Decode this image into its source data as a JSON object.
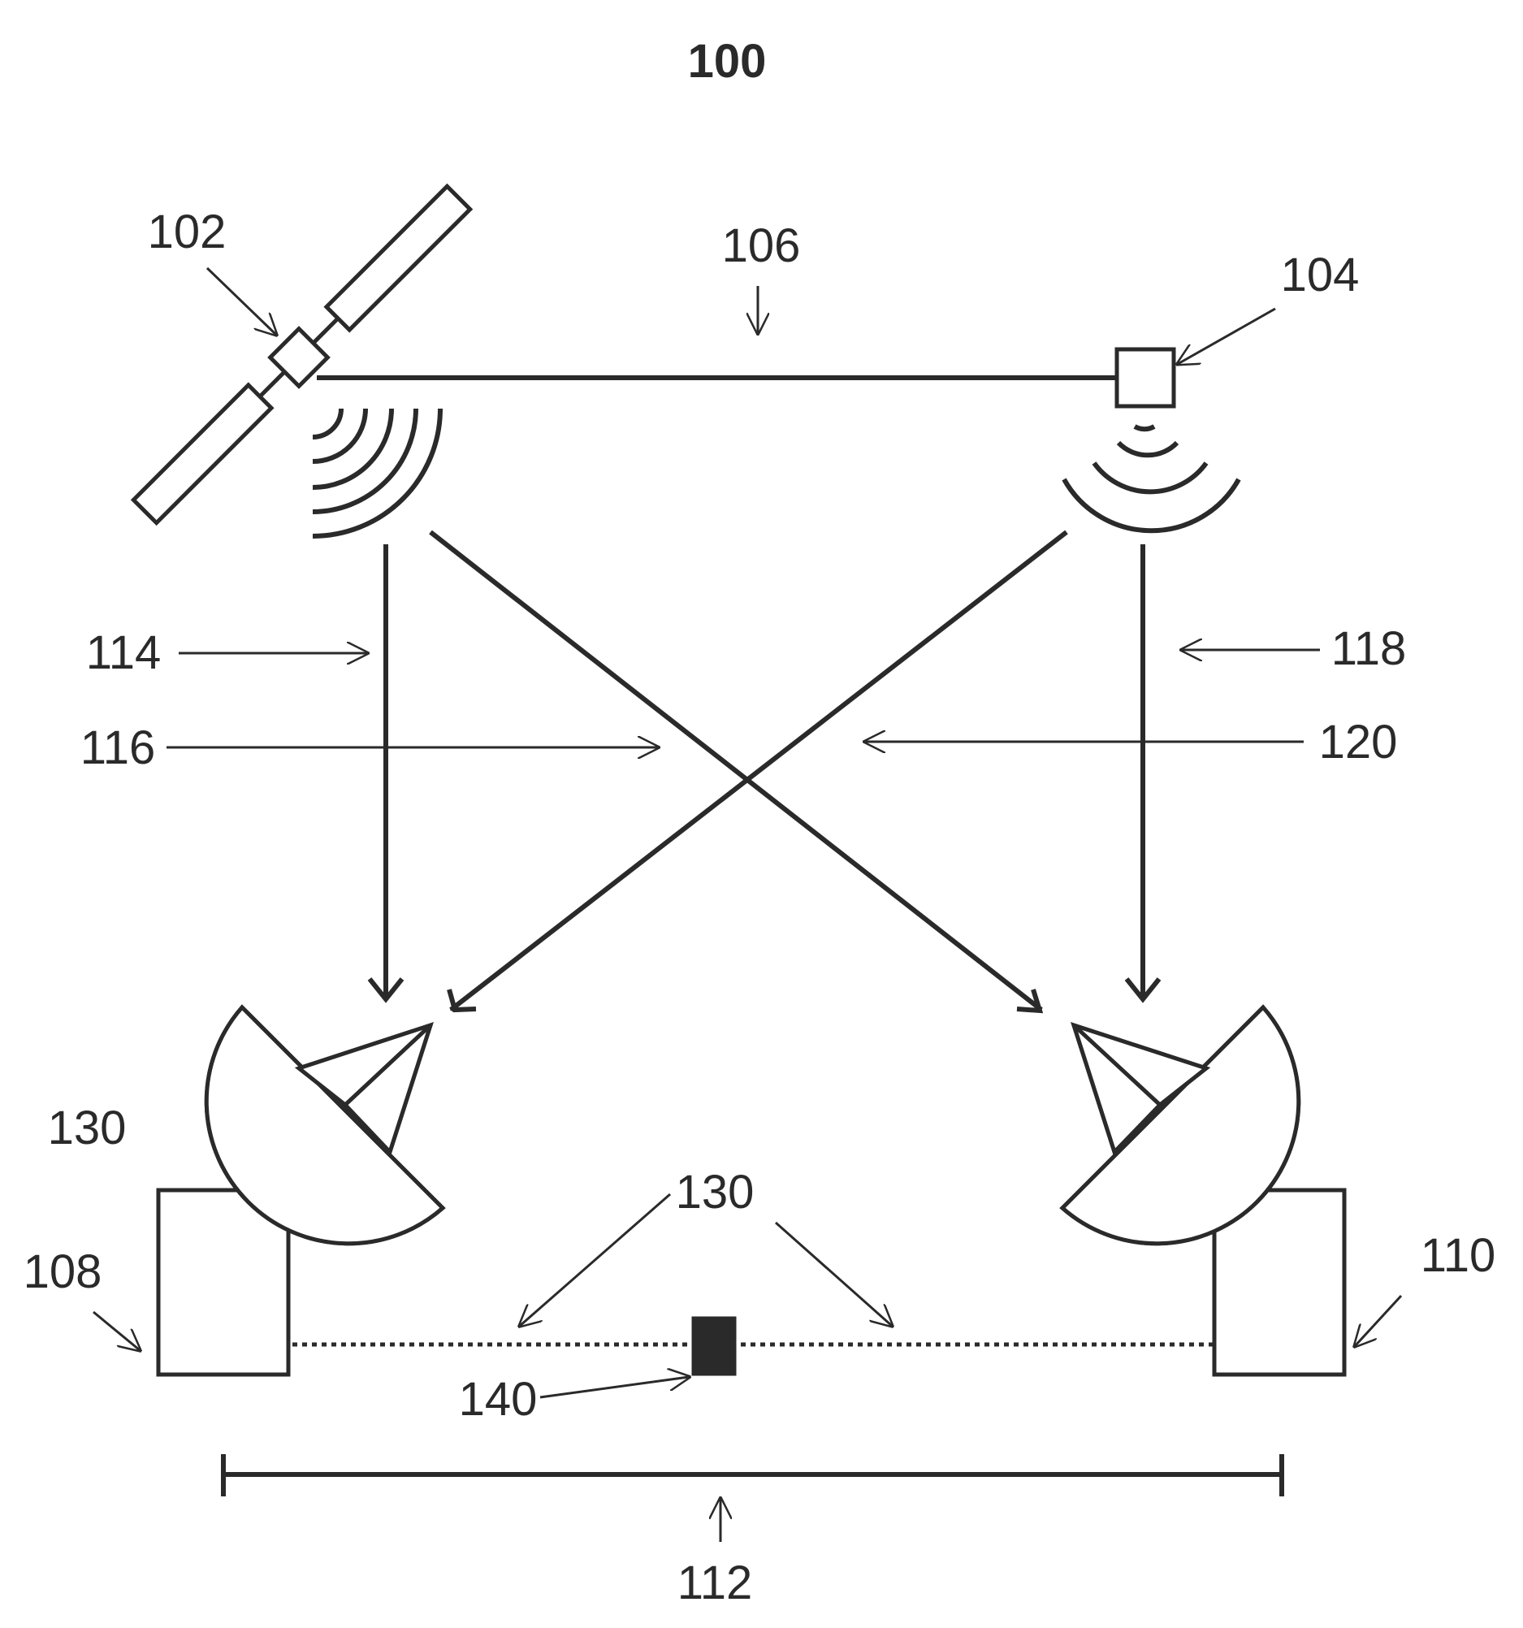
{
  "figure": {
    "title": "100",
    "labels": {
      "satellite": "102",
      "hap": "104",
      "link": "106",
      "station_left": "108",
      "station_right": "110",
      "baseline": "112",
      "signal_114": "114",
      "signal_116": "116",
      "signal_118": "118",
      "signal_120": "120",
      "antenna_left": "130",
      "cable": "130",
      "device": "140"
    }
  },
  "colors": {
    "ink": "#2a2a2a",
    "background": "#ffffff"
  }
}
